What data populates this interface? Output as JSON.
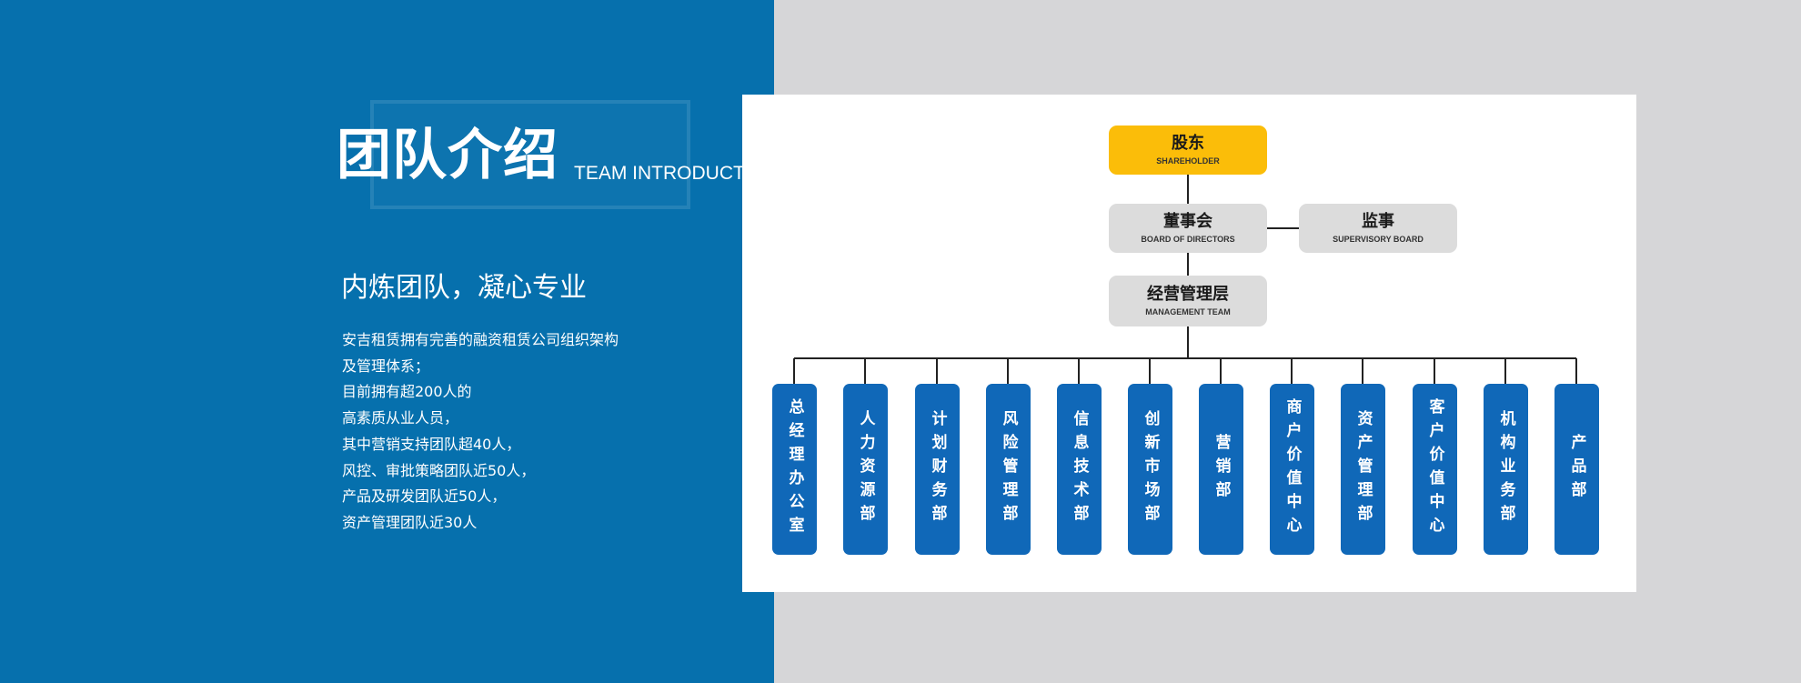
{
  "header": {
    "title_cn": "团队介绍",
    "title_en": "TEAM INTRODUCTION"
  },
  "intro": {
    "subtitle": "内炼团队，凝心专业",
    "lines": [
      "安吉租赁拥有完善的融资租赁公司组织架构",
      "及管理体系；",
      "目前拥有超200人的",
      "高素质从业人员，",
      "其中营销支持团队超40人，",
      "风控、审批策略团队近50人，",
      "产品及研发团队近50人，",
      "资产管理团队近30人"
    ]
  },
  "org": {
    "shareholder": {
      "cn": "股东",
      "en": "SHAREHOLDER"
    },
    "board": {
      "cn": "董事会",
      "en": "BOARD OF DIRECTORS"
    },
    "supervisory": {
      "cn": "监事",
      "en": "SUPERVISORY BOARD"
    },
    "management": {
      "cn": "经营管理层",
      "en": "MANAGEMENT TEAM"
    },
    "departments": [
      "总经理办公室",
      "人力资源部",
      "计划财务部",
      "风险管理部",
      "信息技术部",
      "创新市场部",
      "营销部",
      "商户价值中心",
      "资产管理部",
      "客户价值中心",
      "机构业务部",
      "产品部"
    ]
  },
  "colors": {
    "panel_blue": "#0670ad",
    "dept_blue": "#1068b8",
    "shareholder_yellow": "#fbbd09",
    "node_gray": "#dcdcdc",
    "background_gray": "#d6d6d8"
  }
}
